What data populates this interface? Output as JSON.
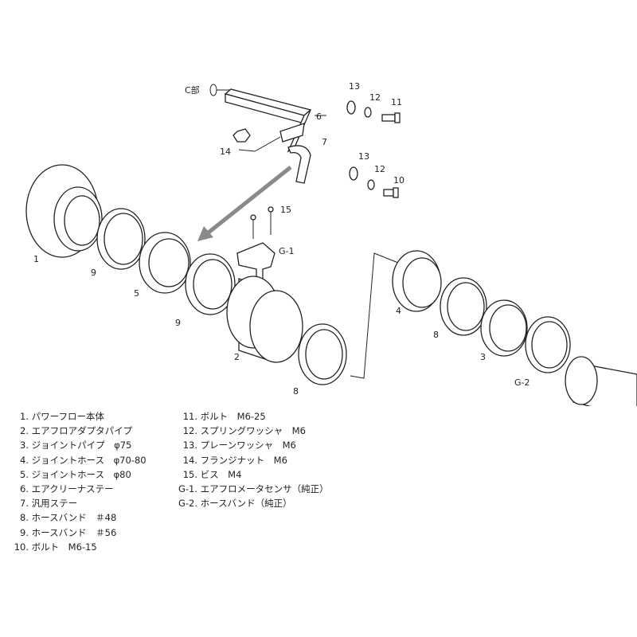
{
  "callouts": {
    "c_part": "C部",
    "p13a": "13",
    "p12a": "12",
    "p11": "11",
    "p6": "6",
    "p7": "7",
    "p14": "14",
    "p13b": "13",
    "p12b": "12",
    "p10": "10",
    "p15": "15",
    "p1": "1",
    "p9a": "9",
    "g1": "G-1",
    "p5": "5",
    "p9b": "9",
    "p2": "2",
    "p8a": "8",
    "p4": "4",
    "p8b": "8",
    "p3": "3",
    "g2": "G-2"
  },
  "parts_list": {
    "left": [
      {
        "no": "1.",
        "name": "パワーフロー本体"
      },
      {
        "no": "2.",
        "name": "エアフロアダプタパイプ"
      },
      {
        "no": "3.",
        "name": "ジョイントパイプ　φ75"
      },
      {
        "no": "4.",
        "name": "ジョイントホース　φ70-80"
      },
      {
        "no": "5.",
        "name": "ジョイントホース　φ80"
      },
      {
        "no": "6.",
        "name": "エアクリーナステー"
      },
      {
        "no": "7.",
        "name": "汎用ステー"
      },
      {
        "no": "8.",
        "name": "ホースバンド　＃48"
      },
      {
        "no": "9.",
        "name": "ホースバンド　＃56"
      },
      {
        "no": "10.",
        "name": "ボルト　M6-15"
      }
    ],
    "right": [
      {
        "no": "11.",
        "name": "ボルト　M6-25"
      },
      {
        "no": "12.",
        "name": "スプリングワッシャ　M6"
      },
      {
        "no": "13.",
        "name": "プレーンワッシャ　M6"
      },
      {
        "no": "14.",
        "name": "フランジナット　M6"
      },
      {
        "no": "15.",
        "name": "ビス　M4"
      },
      {
        "no": "G-1.",
        "name": "エアフロメータセンサ（純正）"
      },
      {
        "no": "G-2.",
        "name": "ホースバンド（純正）"
      }
    ]
  },
  "colors": {
    "line": "#222222",
    "arrow": "#8a8a8a"
  }
}
